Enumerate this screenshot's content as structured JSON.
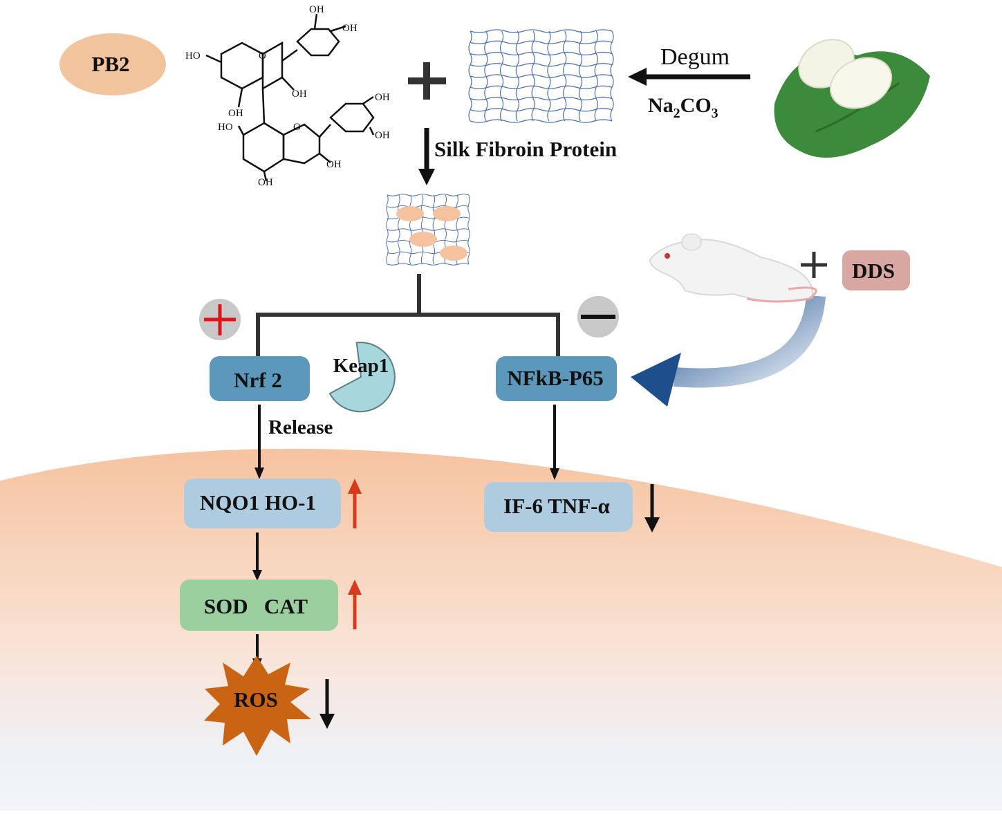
{
  "colors": {
    "pb2_fill": "#f2c49e",
    "dds_fill": "#d9a7a1",
    "nrf2_fill": "#5b98bb",
    "nfkb_fill": "#5b98bb",
    "light_blue_box": "#aecbe0",
    "green_box": "#9bcf9f",
    "ros_fill": "#c96415",
    "keap1_fill": "#a7d7dc",
    "up_arrow": "#d83a1e",
    "background_band": "#f6c5a3",
    "mesh_line": "#4a6fb2",
    "fibroin_dot": "#f4c29e"
  },
  "labels": {
    "pb2": "PB2",
    "plus_symbol": "+",
    "degum": "Degum",
    "na2co3_main": "Na",
    "na2co3_sub1": "2",
    "na2co3_mid": "CO",
    "na2co3_sub2": "3",
    "silk_fibroin": "Silk Fibroin Protein",
    "dds": "DDS",
    "nrf2": "Nrf 2",
    "keap1": "Keap1",
    "release": "Release",
    "nfkb": "NFkB-P65",
    "nqo1_ho1": "NQO1 HO-1",
    "if6_tnf": "IF-6  TNF-α",
    "sod_cat": "SOD   CAT",
    "ros": "ROS"
  },
  "molecule_labels": {
    "oh_top1": "OH",
    "oh_top2": "OH",
    "ho_left": "HO",
    "oh_c3": "OH",
    "oh_c5": "OH",
    "ring_o1": "O",
    "ho_lower_left": "HO",
    "ring_o2": "O",
    "oh_right1": "OH",
    "oh_right2": "OH",
    "oh_c3b": "OH",
    "oh_bottom": "OH"
  },
  "icons": {
    "activate": "plus-circle-icon",
    "inhibit": "minus-circle-icon",
    "increase": "arrow-up-icon",
    "decrease": "arrow-down-icon",
    "rat": "rat-icon",
    "cocoons": "silk-cocoon-icon"
  }
}
